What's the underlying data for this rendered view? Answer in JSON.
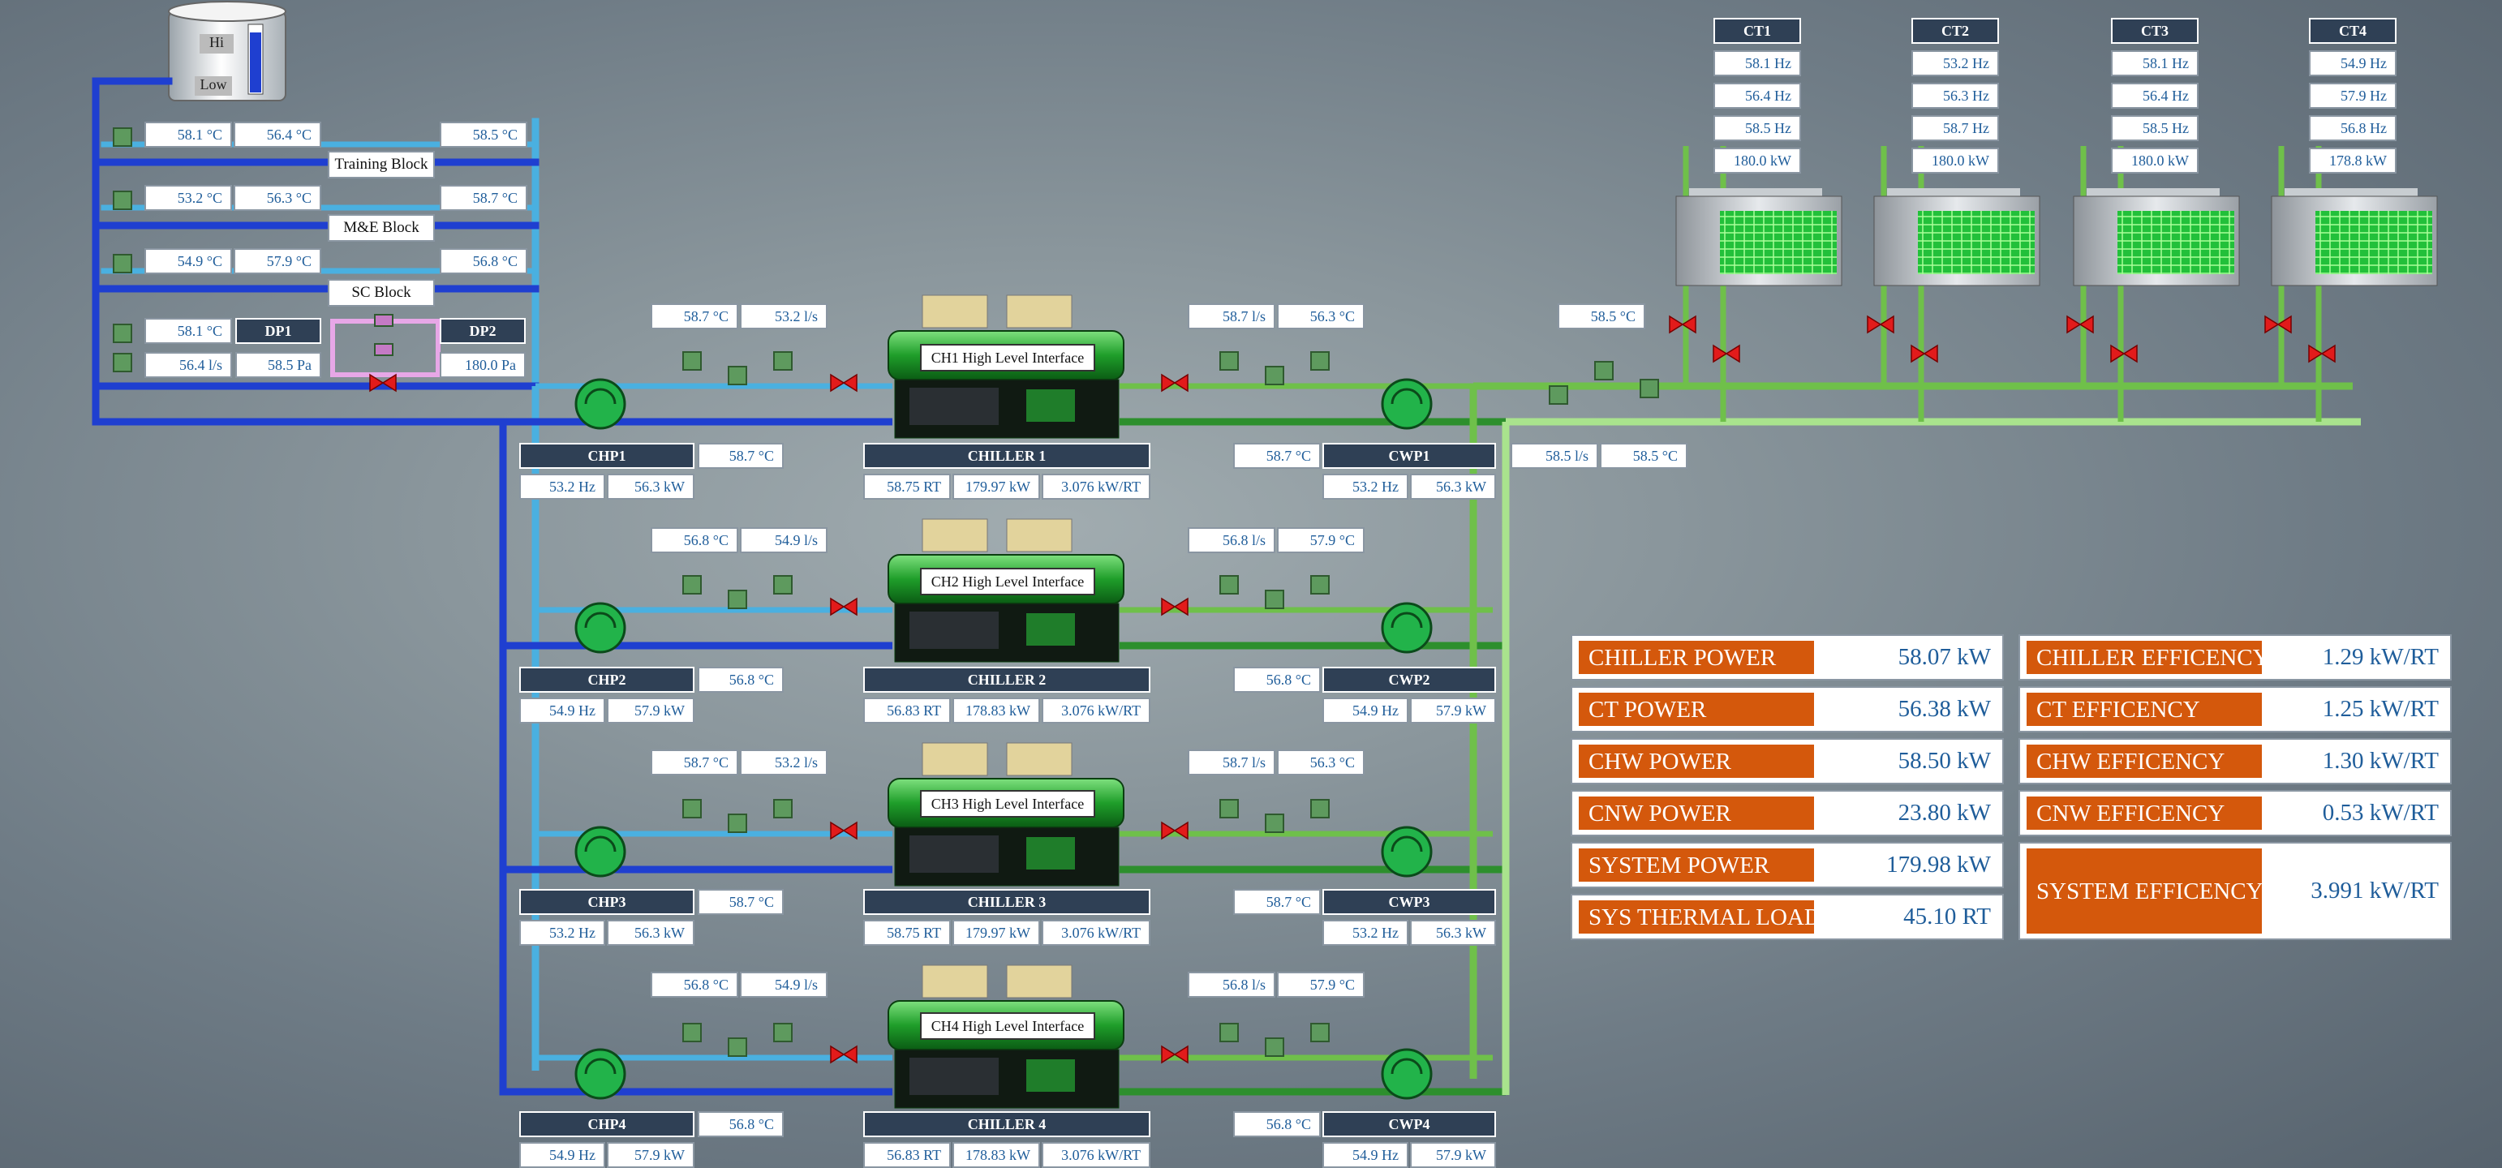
{
  "tank": {
    "hi": "Hi",
    "low": "Low"
  },
  "blocks": [
    {
      "name": "Training Block",
      "t1": "58.1 °C",
      "t2": "56.4 °C",
      "t3": "58.5 °C"
    },
    {
      "name": "M&E Block",
      "t1": "53.2 °C",
      "t2": "56.3 °C",
      "t3": "58.7 °C"
    },
    {
      "name": "SC Block",
      "t1": "54.9 °C",
      "t2": "57.9 °C",
      "t3": "56.8 °C"
    }
  ],
  "dp": {
    "temp": "58.1 °C",
    "flow": "56.4 l/s",
    "dp1_label": "DP1",
    "dp1_value": "58.5 Pa",
    "dp2_label": "DP2",
    "dp2_value": "180.0 Pa"
  },
  "chillers": [
    {
      "iface": "CH1 High Level Interface",
      "name": "CHILLER 1",
      "rt": "58.75 RT",
      "kw": "179.97 kW",
      "eff": "3.076 kW/RT",
      "chw_temp": "58.7 °C",
      "chw_flow": "53.2 l/s",
      "cnw_flow": "58.7 l/s",
      "cnw_temp": "56.3 °C",
      "chp": "CHP1",
      "chp_temp": "58.7 °C",
      "chp_hz": "53.2 Hz",
      "chp_kw": "56.3 kW",
      "cwp": "CWP1",
      "cwp_temp": "58.7 °C",
      "cwp_hz": "53.2 Hz",
      "cwp_kw": "56.3 kW"
    },
    {
      "iface": "CH2 High Level Interface",
      "name": "CHILLER 2",
      "rt": "56.83 RT",
      "kw": "178.83 kW",
      "eff": "3.076 kW/RT",
      "chw_temp": "56.8 °C",
      "chw_flow": "54.9 l/s",
      "cnw_flow": "56.8 l/s",
      "cnw_temp": "57.9 °C",
      "chp": "CHP2",
      "chp_temp": "56.8 °C",
      "chp_hz": "54.9 Hz",
      "chp_kw": "57.9 kW",
      "cwp": "CWP2",
      "cwp_temp": "56.8 °C",
      "cwp_hz": "54.9 Hz",
      "cwp_kw": "57.9 kW"
    },
    {
      "iface": "CH3 High Level Interface",
      "name": "CHILLER 3",
      "rt": "58.75 RT",
      "kw": "179.97 kW",
      "eff": "3.076 kW/RT",
      "chw_temp": "58.7 °C",
      "chw_flow": "53.2 l/s",
      "cnw_flow": "58.7 l/s",
      "cnw_temp": "56.3 °C",
      "chp": "CHP3",
      "chp_temp": "58.7 °C",
      "chp_hz": "53.2 Hz",
      "chp_kw": "56.3 kW",
      "cwp": "CWP3",
      "cwp_temp": "58.7 °C",
      "cwp_hz": "53.2 Hz",
      "cwp_kw": "56.3 kW"
    },
    {
      "iface": "CH4 High Level Interface",
      "name": "CHILLER 4",
      "rt": "56.83 RT",
      "kw": "178.83 kW",
      "eff": "3.076 kW/RT",
      "chw_temp": "56.8 °C",
      "chw_flow": "54.9 l/s",
      "cnw_flow": "56.8 l/s",
      "cnw_temp": "57.9 °C",
      "chp": "CHP4",
      "chp_temp": "56.8 °C",
      "chp_hz": "54.9 Hz",
      "chp_kw": "57.9 kW",
      "cwp": "CWP4",
      "cwp_temp": "56.8 °C",
      "cwp_hz": "54.9 Hz",
      "cwp_kw": "57.9 kW"
    }
  ],
  "header_line": {
    "temp": "58.5 °C",
    "flow": "58.5 l/s",
    "temp2": "58.5 °C"
  },
  "towers": [
    {
      "name": "CT1",
      "v1": "58.1 Hz",
      "v2": "56.4 Hz",
      "v3": "58.5 Hz",
      "kw": "180.0 kW"
    },
    {
      "name": "CT2",
      "v1": "53.2 Hz",
      "v2": "56.3 Hz",
      "v3": "58.7 Hz",
      "kw": "180.0 kW"
    },
    {
      "name": "CT3",
      "v1": "58.1 Hz",
      "v2": "56.4 Hz",
      "v3": "58.5 Hz",
      "kw": "180.0 kW"
    },
    {
      "name": "CT4",
      "v1": "54.9 Hz",
      "v2": "57.9 Hz",
      "v3": "56.8 Hz",
      "kw": "178.8 kW"
    }
  ],
  "kpi_left": [
    {
      "label": "CHILLER POWER",
      "value": "58.07  kW"
    },
    {
      "label": "CT POWER",
      "value": "56.38  kW"
    },
    {
      "label": "CHW POWER",
      "value": "58.50  kW"
    },
    {
      "label": "CNW POWER",
      "value": "23.80  kW"
    },
    {
      "label": "SYSTEM POWER",
      "value": "179.98  kW"
    },
    {
      "label": "SYS THERMAL LOAD",
      "value": "45.10  RT"
    }
  ],
  "kpi_right": [
    {
      "label": "CHILLER EFFICENCY",
      "value": "1.29 kW/RT"
    },
    {
      "label": "CT EFFICENCY",
      "value": "1.25 kW/RT"
    },
    {
      "label": "CHW EFFICENCY",
      "value": "1.30 kW/RT"
    },
    {
      "label": "CNW EFFICENCY",
      "value": "0.53 kW/RT"
    },
    {
      "label": "SYSTEM EFFICENCY",
      "value": "3.991 kW/RT"
    }
  ],
  "colors": {
    "chw_pipe": "#1f3fd0",
    "chw_return": "#4ab0e0",
    "cnw_pipe": "#6fc04a",
    "kpi_label": "#d4580c",
    "header": "#2f4055"
  }
}
